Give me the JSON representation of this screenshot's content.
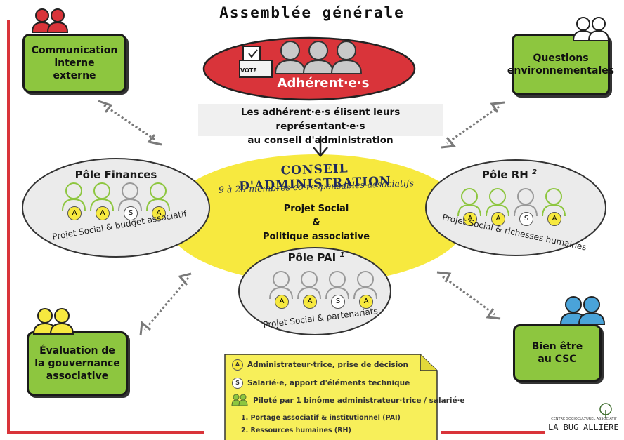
{
  "title": "Assemblée générale",
  "adherents": {
    "label": "Adhérent·e·s",
    "vote_label": "VOTE"
  },
  "election_text": {
    "line1": "Les adhérent·e·s élisent leurs représentant·e·s",
    "line2": "au conseil d'administration"
  },
  "corner_boxes": {
    "communication": [
      "Communication",
      "interne",
      "externe"
    ],
    "questions": [
      "Questions",
      "environnementales"
    ],
    "evaluation": [
      "Évaluation de",
      "la gouvernance",
      "associative"
    ],
    "bienetre": [
      "Bien être",
      "au CSC"
    ]
  },
  "conseil": {
    "title": "CONSEIL D'ADMINISTRATION",
    "subtitle": "9 à 20 membres co-responsables associatifs",
    "center_line1": "Projet Social",
    "center_line2": "&",
    "center_line3": "Politique associative"
  },
  "poles": {
    "finances": {
      "title": "Pôle Finances",
      "subtitle": "Projet Social & budget associatif",
      "badges": [
        "A",
        "A",
        "S",
        "A"
      ]
    },
    "rh": {
      "title": "Pôle RH",
      "superscript": "2",
      "subtitle": "Projet Social &  richesses humaines",
      "badges": [
        "A",
        "A",
        "S",
        "A"
      ]
    },
    "pai": {
      "title": "Pôle PAI",
      "superscript": "1",
      "subtitle": "Projet Social & partenariats",
      "badges": [
        "A",
        "A",
        "S",
        "A"
      ]
    }
  },
  "legend": {
    "admin_badge": "A",
    "admin": "Administrateur·trice, prise de décision",
    "salarie_badge": "S",
    "salarie": "Salarié·e, apport d'éléments technique",
    "binome": "Piloté par 1 binôme administrateur·trice / salarié·e",
    "note1": "1. Portage associatif & institutionnel (PAI)",
    "note2": "2. Ressources humaines (RH)"
  },
  "logo": {
    "top": "CENTRE SOCIOCULTUREL  ASSOCIATIF",
    "left": "LA BUG",
    "right": "ALLIÈRE"
  },
  "colors": {
    "red": "#d9343a",
    "green": "#8dc63f",
    "yellow": "#f7e93f",
    "blue": "#4aa3d9",
    "grey": "#a9a9a9",
    "legend_bg": "#f7ef5a"
  }
}
